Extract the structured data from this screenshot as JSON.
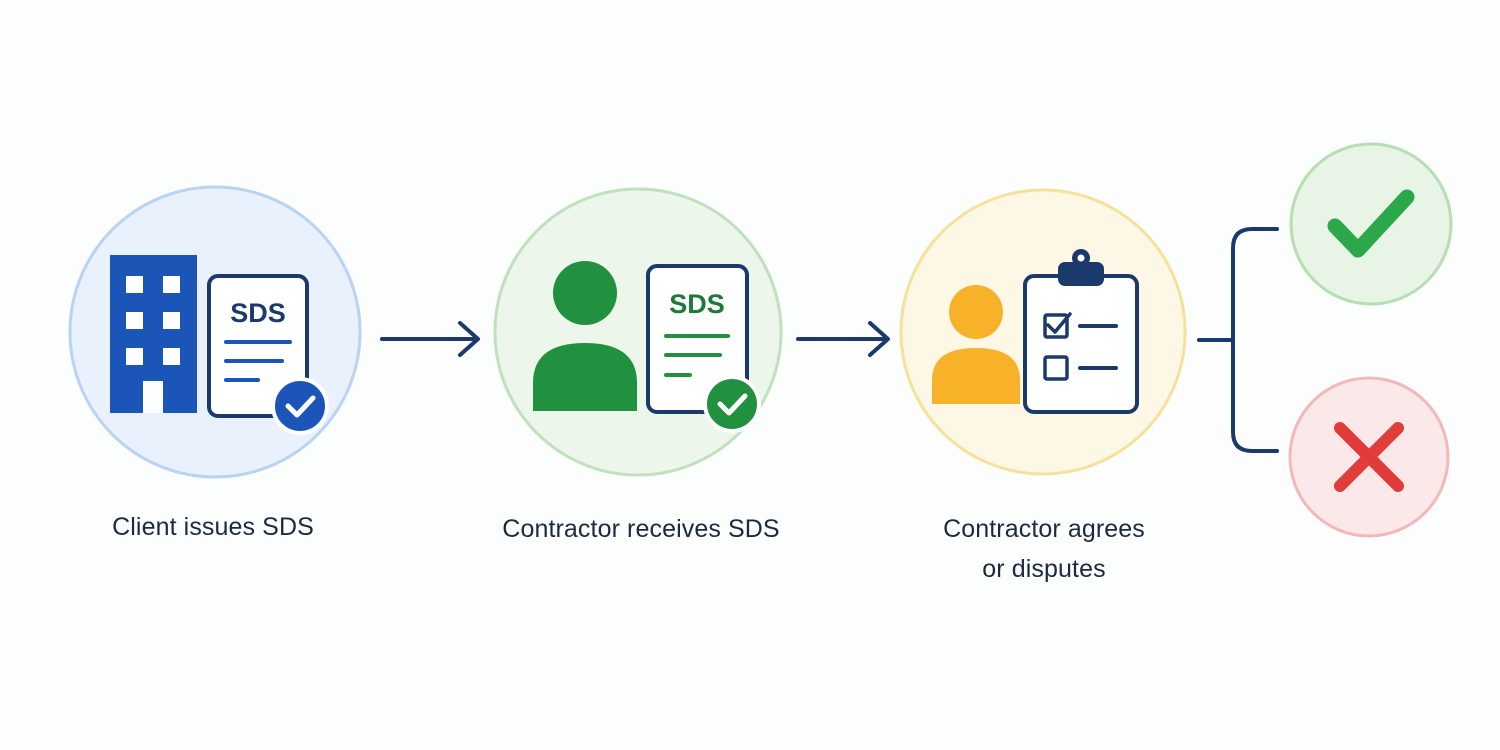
{
  "steps": [
    {
      "label": "Client issues SDS",
      "doc_text": "SDS",
      "color": "#1b55b8",
      "circle_fill": "#e9f1fc",
      "circle_stroke": "#b9d3f3",
      "icon": "building-icon"
    },
    {
      "label": "Contractor receives SDS",
      "doc_text": "SDS",
      "color": "#22913f",
      "circle_fill": "#ecf6ea",
      "circle_stroke": "#bfe2bc",
      "icon": "person-icon"
    },
    {
      "label_lines": [
        "Contractor agrees",
        "or disputes"
      ],
      "color": "#f7b22a",
      "circle_fill": "#fdf7e6",
      "circle_stroke": "#f5e29a",
      "icon": "clipboard-checklist-icon"
    }
  ],
  "outcomes": [
    {
      "type": "agree",
      "icon": "checkmark-icon",
      "color": "#2aa84a",
      "circle_fill": "#e8f4e6",
      "circle_stroke": "#b7deb2"
    },
    {
      "type": "dispute",
      "icon": "cross-icon",
      "color": "#e23b3b",
      "circle_fill": "#fbe9e9",
      "circle_stroke": "#f1b9b9"
    }
  ],
  "connector_color": "#1b3a6b"
}
